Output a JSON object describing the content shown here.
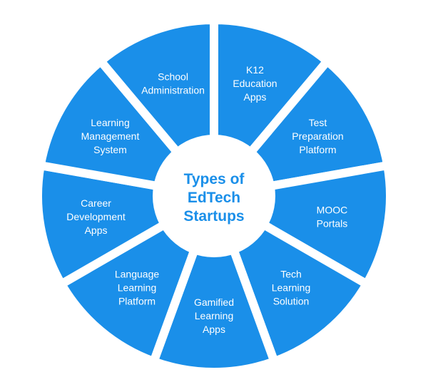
{
  "title_lines": [
    "Types of",
    "EdTech",
    "Startups"
  ],
  "colors": {
    "segment": "#1a8fe9",
    "gap": "#ffffff",
    "title": "#1a8fe9"
  },
  "segments": [
    {
      "lines": [
        "K12",
        "Education",
        "Apps"
      ]
    },
    {
      "lines": [
        "Test",
        "Preparation",
        "Platform"
      ]
    },
    {
      "lines": [
        "MOOC",
        "Portals"
      ]
    },
    {
      "lines": [
        "Tech",
        "Learning",
        "Solution"
      ]
    },
    {
      "lines": [
        "Gamified",
        "Learning",
        "Apps"
      ]
    },
    {
      "lines": [
        "Language",
        "Learning",
        "Platform"
      ]
    },
    {
      "lines": [
        "Career",
        "Development",
        "Apps"
      ]
    },
    {
      "lines": [
        "Learning",
        "Management",
        "System"
      ]
    },
    {
      "lines": [
        "School",
        "Administration"
      ]
    }
  ]
}
